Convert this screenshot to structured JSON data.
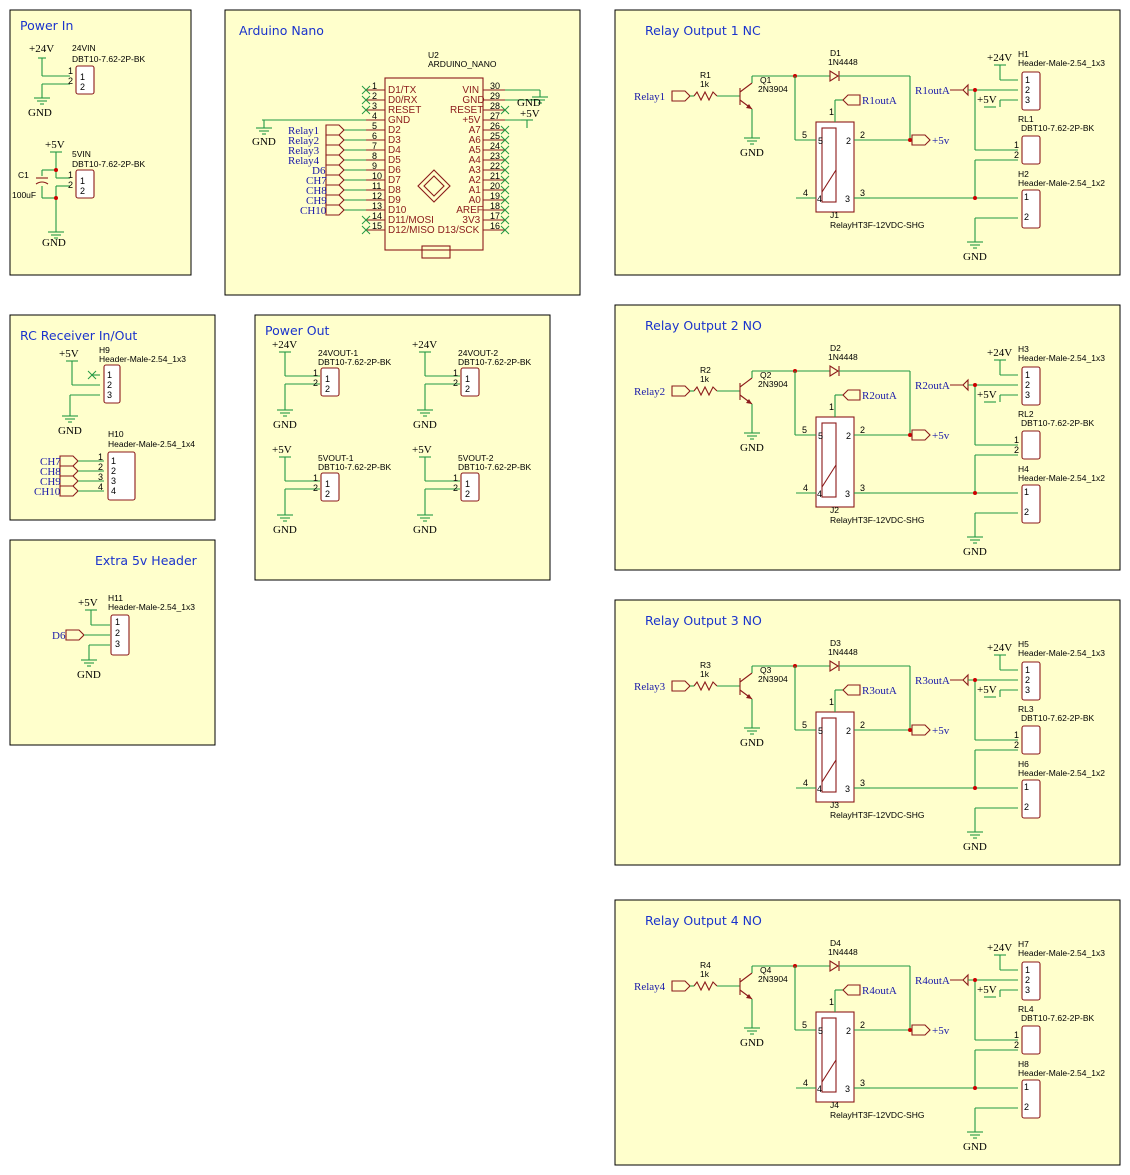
{
  "panels": {
    "power_in": "Power In",
    "arduino": "Arduino Nano",
    "relay1": "Relay Output 1 NC",
    "relay2": "Relay Output 2 NO",
    "relay3": "Relay Output 3 NO",
    "relay4": "Relay Output 4 NO",
    "rc": "RC Receiver In/Out",
    "power_out": "Power Out",
    "extra5v": "Extra 5v Header"
  },
  "power_in": {
    "c_ref": "24VIN",
    "c_part": "DBT10-7.62-2P-BK",
    "c2_ref": "5VIN",
    "c2_part": "DBT10-7.62-2P-BK",
    "cap_ref": "C1",
    "cap_val": "100uF",
    "v24": "+24V",
    "v5": "+5V",
    "gnd": "GND"
  },
  "arduino": {
    "ref": "U2",
    "part": "ARDUINO_NANO",
    "left_pins": [
      {
        "num": "1",
        "name": "D1/TX"
      },
      {
        "num": "2",
        "name": "D0/RX"
      },
      {
        "num": "3",
        "name": "RESET"
      },
      {
        "num": "4",
        "name": "GND"
      },
      {
        "num": "5",
        "name": "D2"
      },
      {
        "num": "6",
        "name": "D3"
      },
      {
        "num": "7",
        "name": "D4"
      },
      {
        "num": "8",
        "name": "D5"
      },
      {
        "num": "9",
        "name": "D6"
      },
      {
        "num": "10",
        "name": "D7"
      },
      {
        "num": "11",
        "name": "D8"
      },
      {
        "num": "12",
        "name": "D9"
      },
      {
        "num": "13",
        "name": "D10"
      },
      {
        "num": "14",
        "name": "D11/MOSI"
      },
      {
        "num": "15",
        "name": "D12/MISO"
      }
    ],
    "right_pins": [
      {
        "num": "30",
        "name": "VIN"
      },
      {
        "num": "29",
        "name": "GND"
      },
      {
        "num": "28",
        "name": "RESET"
      },
      {
        "num": "27",
        "name": "+5V"
      },
      {
        "num": "26",
        "name": "A7"
      },
      {
        "num": "25",
        "name": "A6"
      },
      {
        "num": "24",
        "name": "A5"
      },
      {
        "num": "23",
        "name": "A4"
      },
      {
        "num": "22",
        "name": "A3"
      },
      {
        "num": "21",
        "name": "A2"
      },
      {
        "num": "20",
        "name": "A1"
      },
      {
        "num": "19",
        "name": "A0"
      },
      {
        "num": "18",
        "name": "AREF"
      },
      {
        "num": "17",
        "name": "3V3"
      },
      {
        "num": "16",
        "name": "D13/SCK"
      }
    ],
    "nets": [
      "Relay1",
      "Relay2",
      "Relay3",
      "Relay4",
      "D6",
      "CH7",
      "CH8",
      "CH9",
      "CH10"
    ],
    "gnd": "GND",
    "v5": "+5V"
  },
  "relays": [
    {
      "r": "R1",
      "rv": "1k",
      "q": "Q1",
      "qv": "2N3904",
      "d": "D1",
      "dv": "1N4448",
      "j": "J1",
      "jv": "RelayHT3F-12VDC-SHG",
      "hA": "H1",
      "hAv": "Header-Male-2.54_1x3",
      "rl": "RL1",
      "rlv": "DBT10-7.62-2P-BK",
      "hB": "H2",
      "hBv": "Header-Male-2.54_1x2",
      "in": "Relay1",
      "outA": "R1outA",
      "coil": "R1outA"
    },
    {
      "r": "R2",
      "rv": "1k",
      "q": "Q2",
      "qv": "2N3904",
      "d": "D2",
      "dv": "1N4448",
      "j": "J2",
      "jv": "RelayHT3F-12VDC-SHG",
      "hA": "H3",
      "hAv": "Header-Male-2.54_1x3",
      "rl": "RL2",
      "rlv": "DBT10-7.62-2P-BK",
      "hB": "H4",
      "hBv": "Header-Male-2.54_1x2",
      "in": "Relay2",
      "outA": "R2outA",
      "coil": "R2outA"
    },
    {
      "r": "R3",
      "rv": "1k",
      "q": "Q3",
      "qv": "2N3904",
      "d": "D3",
      "dv": "1N4448",
      "j": "J3",
      "jv": "RelayHT3F-12VDC-SHG",
      "hA": "H5",
      "hAv": "Header-Male-2.54_1x3",
      "rl": "RL3",
      "rlv": "DBT10-7.62-2P-BK",
      "hB": "H6",
      "hBv": "Header-Male-2.54_1x2",
      "in": "Relay3",
      "outA": "R3outA",
      "coil": "R3outA"
    },
    {
      "r": "R4",
      "rv": "1k",
      "q": "Q4",
      "qv": "2N3904",
      "d": "D4",
      "dv": "1N4448",
      "j": "J4",
      "jv": "RelayHT3F-12VDC-SHG",
      "hA": "H7",
      "hAv": "Header-Male-2.54_1x3",
      "rl": "RL4",
      "rlv": "DBT10-7.62-2P-BK",
      "hB": "H8",
      "hBv": "Header-Male-2.54_1x2",
      "in": "Relay4",
      "outA": "R4outA",
      "coil": "R4outA"
    }
  ],
  "relay_common": {
    "v24": "+24V",
    "v5": "+5V",
    "gnd": "GND",
    "v5net": "+5v"
  },
  "rc": {
    "h9": "H9",
    "h9v": "Header-Male-2.54_1x3",
    "h10": "H10",
    "h10v": "Header-Male-2.54_1x4",
    "v5": "+5V",
    "gnd": "GND",
    "ch": [
      "CH7",
      "CH8",
      "CH9",
      "CH10"
    ]
  },
  "power_out": {
    "items": [
      {
        "ref": "24VOUT-1",
        "part": "DBT10-7.62-2P-BK",
        "v": "+24V"
      },
      {
        "ref": "24VOUT-2",
        "part": "DBT10-7.62-2P-BK",
        "v": "+24V"
      },
      {
        "ref": "5VOUT-1",
        "part": "DBT10-7.62-2P-BK",
        "v": "+5V"
      },
      {
        "ref": "5VOUT-2",
        "part": "DBT10-7.62-2P-BK",
        "v": "+5V"
      }
    ],
    "gnd": "GND"
  },
  "extra5v": {
    "ref": "H11",
    "part": "Header-Male-2.54_1x3",
    "v5": "+5V",
    "gnd": "GND",
    "net": "D6"
  },
  "colors": {
    "panel": "#ffffcc",
    "wire": "#229944",
    "component": "#8b1a1a",
    "title": "#1a33cc",
    "net": "#1a1aaa"
  }
}
